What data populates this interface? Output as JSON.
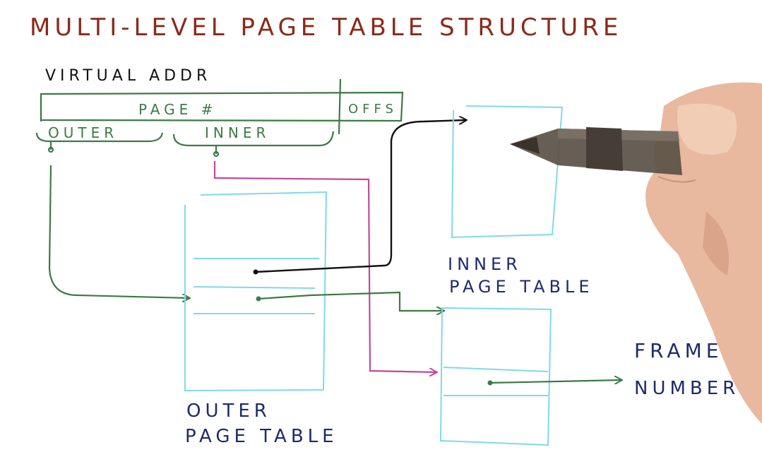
{
  "title": "MULTI-LEVEL PAGE TABLE STRUCTURE",
  "virtual_addr": {
    "label": "VIRTUAL ADDR",
    "page_label": "PAGE #",
    "offset_label": "OFFS",
    "outer_label": "OUTER",
    "inner_label": "INNER"
  },
  "outer_table": {
    "label_line1": "OUTER",
    "label_line2": "PAGE TABLE"
  },
  "inner_table": {
    "label_line1": "INNER",
    "label_line2": "PAGE TABLE"
  },
  "frame": {
    "label_line1": "FRAME",
    "label_line2": "NUMBER"
  },
  "colors": {
    "title": "#8a2a1a",
    "black_ink": "#111111",
    "green_ink": "#3d7a45",
    "blue_ink": "#1f2a6b",
    "cyan_ink": "#7fd9ec",
    "magenta_ink": "#c04a9a"
  }
}
